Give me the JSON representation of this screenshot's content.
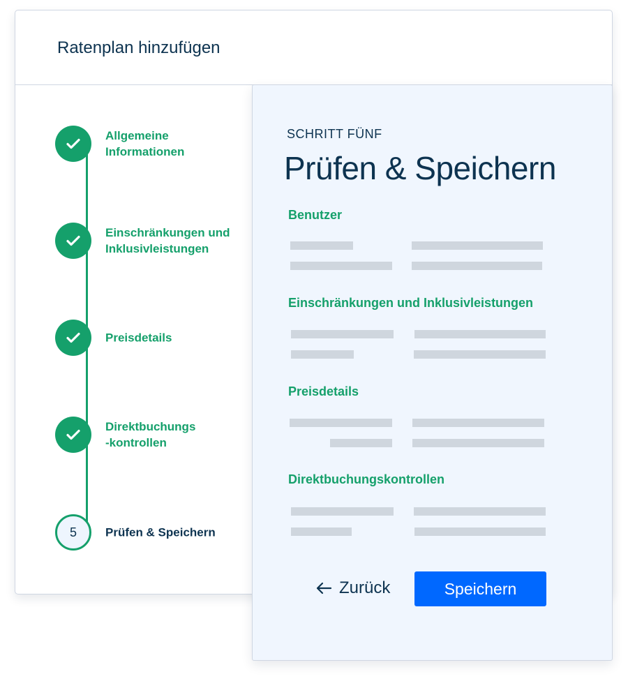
{
  "card": {
    "title": "Ratenplan hinzufügen"
  },
  "stepper": {
    "steps": [
      {
        "label": "Allgemeine Informationen",
        "line1": "Allgemeine",
        "line2": "Informationen",
        "status": "complete",
        "icon": "check-icon"
      },
      {
        "label": "Einschränkungen und Inklusivleistungen",
        "line1": "Einschränkungen und",
        "line2": "Inklusivleistungen",
        "status": "complete",
        "icon": "check-icon"
      },
      {
        "label": "Preisdetails",
        "line1": "Preisdetails",
        "line2": "",
        "status": "complete",
        "icon": "check-icon"
      },
      {
        "label": "Direktbuchungs-kontrollen",
        "line1": "Direktbuchungs",
        "line2": "-kontrollen",
        "status": "complete",
        "icon": "check-icon"
      },
      {
        "label": "Prüfen & Speichern",
        "line1": "Prüfen & Speichern",
        "line2": "",
        "status": "current",
        "number": "5"
      }
    ]
  },
  "review": {
    "eyebrow": "SCHRITT FÜNF",
    "title": "Prüfen & Speichern",
    "sections": [
      {
        "title": "Benutzer"
      },
      {
        "title": "Einschränkungen und Inklusivleistungen"
      },
      {
        "title": "Preisdetails"
      },
      {
        "title": "Direktbuchungskontrollen"
      }
    ],
    "back_label": "Zurück",
    "back_icon": "arrow-left-icon",
    "save_label": "Speichern"
  },
  "colors": {
    "primary_text": "#0d3350",
    "success_green": "#15a06b",
    "primary_button": "#0068ff",
    "panel_bg": "#f0f6fe",
    "placeholder_bar": "#cfd6de"
  }
}
